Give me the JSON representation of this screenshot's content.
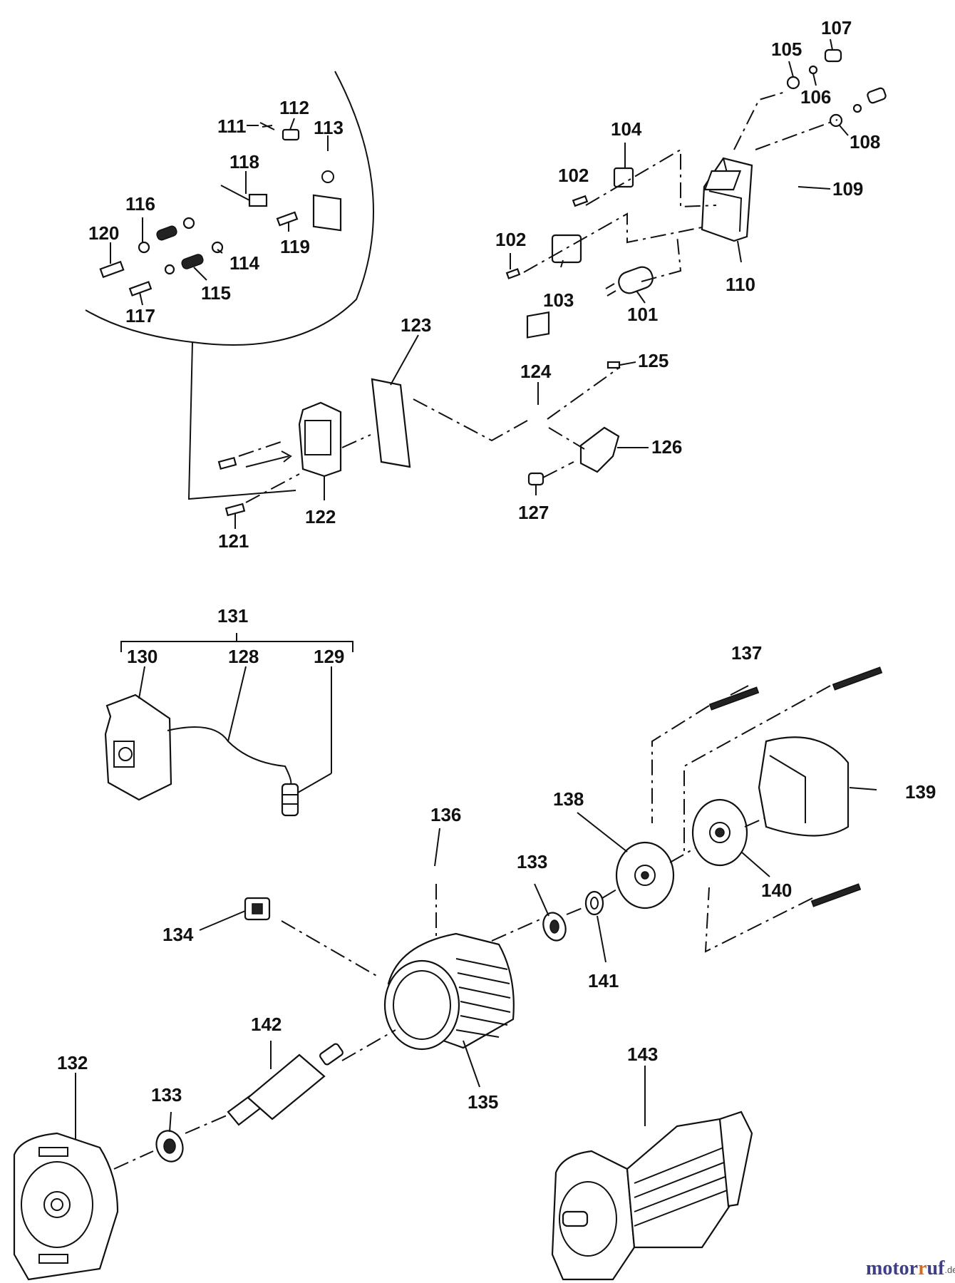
{
  "labels": {
    "p101": "101",
    "p102a": "102",
    "p102b": "102",
    "p103": "103",
    "p104": "104",
    "p105": "105",
    "p106": "106",
    "p107": "107",
    "p108": "108",
    "p109": "109",
    "p110": "110",
    "p111": "111",
    "p112": "112",
    "p113": "113",
    "p114": "114",
    "p115": "115",
    "p116": "116",
    "p117": "117",
    "p118": "118",
    "p119": "119",
    "p120": "120",
    "p121": "121",
    "p122": "122",
    "p123": "123",
    "p124": "124",
    "p125": "125",
    "p126": "126",
    "p127": "127",
    "p128": "128",
    "p129": "129",
    "p130": "130",
    "p131": "131",
    "p132": "132",
    "p133a": "133",
    "p133b": "133",
    "p134": "134",
    "p135": "135",
    "p136": "136",
    "p137": "137",
    "p138": "138",
    "p139": "139",
    "p140": "140",
    "p141": "141",
    "p142": "142",
    "p143": "143"
  },
  "watermark": {
    "brand_a": "motor",
    "brand_b": "uf",
    "brand_mid": "r",
    "tld": ".de"
  }
}
